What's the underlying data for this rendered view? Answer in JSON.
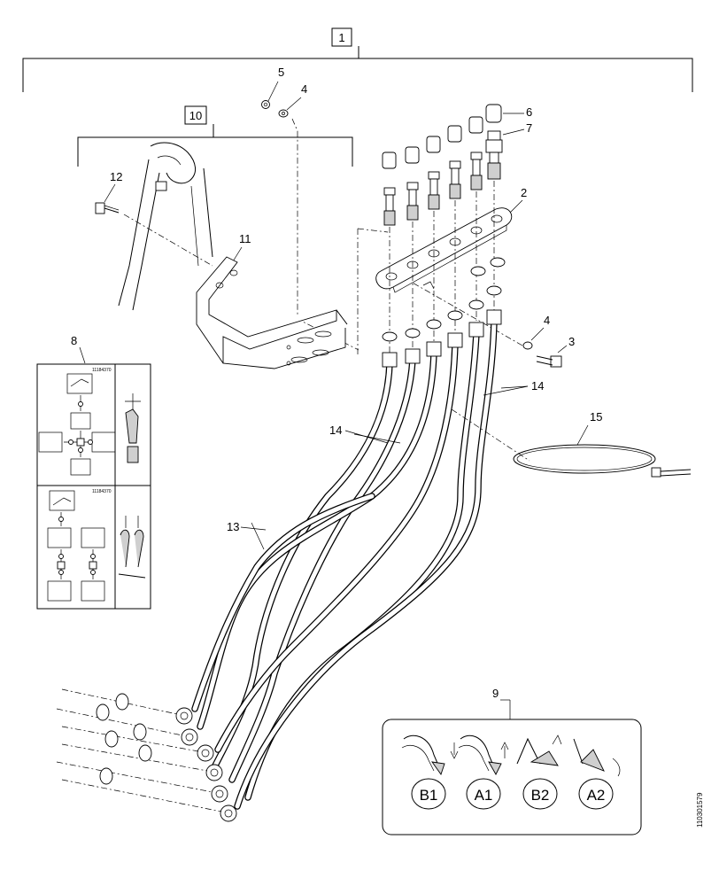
{
  "callouts": {
    "c1": "1",
    "c2": "2",
    "c3": "3",
    "c4a": "4",
    "c4b": "4",
    "c5": "5",
    "c6": "6",
    "c7": "7",
    "c8": "8",
    "c9": "9",
    "c10": "10",
    "c11": "11",
    "c12": "12",
    "c13": "13",
    "c14a": "14",
    "c14b": "14",
    "c15": "15"
  },
  "decal8": {
    "part_top": "11184370",
    "part_bottom": "11184370"
  },
  "decal9": {
    "labels": [
      "B1",
      "A1",
      "B2",
      "A2"
    ]
  },
  "drawing_code": "110301579"
}
